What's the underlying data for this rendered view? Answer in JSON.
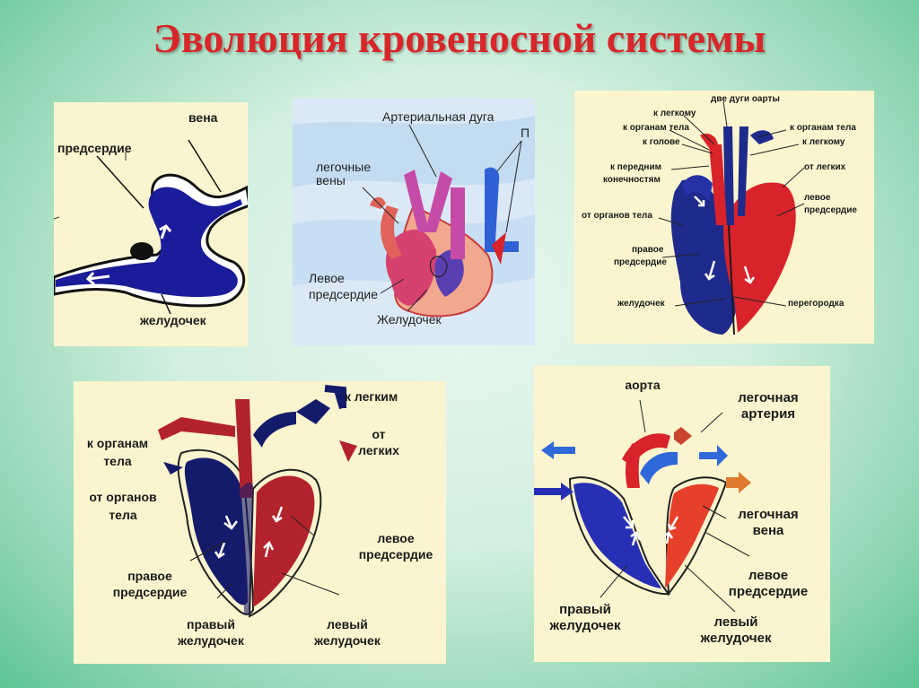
{
  "title": "Эволюция кровеносной системы",
  "colors": {
    "title": "#d8262a",
    "venous": "#1e2a8c",
    "arterial": "#d8232a",
    "panel": "#fbf5cf"
  },
  "panels": {
    "fish": {
      "vena": "вена",
      "atrium": "предсердие",
      "ventricle": "желудочек"
    },
    "amphibian": {
      "arch": "Артериальная дуга",
      "veins": "легочные вены",
      "left_atrium_1": "Левое",
      "left_atrium_2": "предсердие",
      "ventricle": "Желудочек",
      "p": "П"
    },
    "reptile": {
      "two_arches": "две дуги оарты",
      "to_lung_l": "к легкому",
      "to_organs_l": "к органам тела",
      "to_head": "к голове",
      "to_organs_r": "к органам тела",
      "to_lung_r": "к легкому",
      "to_forelimbs_1": "к передним",
      "to_forelimbs_2": "конечностям",
      "from_lungs": "от легких",
      "left_atrium_1": "левое",
      "left_atrium_2": "предсердие",
      "from_organs": "от органов тела",
      "right_atrium_1": "правое",
      "right_atrium_2": "предсердие",
      "ventricle": "желудочек",
      "septum": "перегородка"
    },
    "bird": {
      "to_lungs": "к легким",
      "to_organs_1": "к органам",
      "to_organs_2": "тела",
      "from_lungs_1": "от",
      "from_lungs_2": "легких",
      "from_organs_1": "от органов",
      "from_organs_2": "тела",
      "left_atrium_1": "левое",
      "left_atrium_2": "предсердие",
      "right_atrium_1": "правое",
      "right_atrium_2": "предсердие",
      "right_ventricle_1": "правый",
      "right_ventricle_2": "желудочек",
      "left_ventricle_1": "левый",
      "left_ventricle_2": "желудочек"
    },
    "mammal": {
      "aorta": "аорта",
      "pulm_artery_1": "легочная",
      "pulm_artery_2": "артерия",
      "pulm_vein_1": "легочная",
      "pulm_vein_2": "вена",
      "left_atrium_1": "левое",
      "left_atrium_2": "предсердие",
      "right_ventricle_1": "правый",
      "right_ventricle_2": "желудочек",
      "left_ventricle_1": "левый",
      "left_ventricle_2": "желудочек"
    }
  }
}
